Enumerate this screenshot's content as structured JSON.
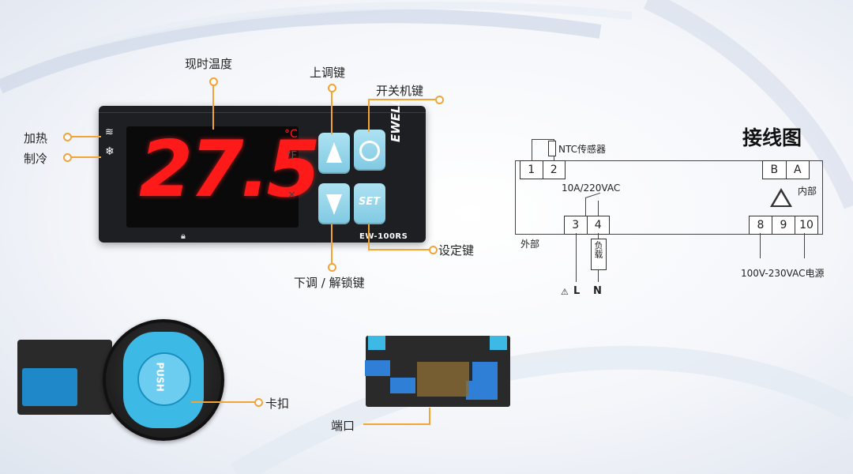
{
  "colors": {
    "accent": "#f4a335",
    "digit": "#ff1a1a",
    "button": "#8fd3ea",
    "device": "#1d1f22"
  },
  "callouts": {
    "current_temp": "现时温度",
    "up_key": "上调键",
    "power_key": "开关机键",
    "heating": "加热",
    "cooling": "制冷",
    "set_key": "设定键",
    "down_unlock_key": "下调 / 解锁键",
    "clip": "卡扣",
    "port": "端口"
  },
  "device": {
    "display_value": "27.5",
    "unit_c": "°C",
    "unit_f": "°F",
    "set_button": "SET",
    "model": "EW-100RS",
    "brand": "EWELLY"
  },
  "wiring": {
    "title": "接线图",
    "ntc_sensor": "NTC传感器",
    "terminals_top_left": [
      "1",
      "2"
    ],
    "terminals_top_right": [
      "B",
      "A"
    ],
    "internal": "内部",
    "external": "外部",
    "relay_rating": "10A/220VAC",
    "terminals_mid": [
      "3",
      "4"
    ],
    "load": "负载",
    "terminals_power": [
      "8",
      "9",
      "10"
    ],
    "power_supply": "100V-230VAC电源",
    "L": "L",
    "N": "N"
  },
  "clip_photo": {
    "push_text": "PUSH"
  }
}
